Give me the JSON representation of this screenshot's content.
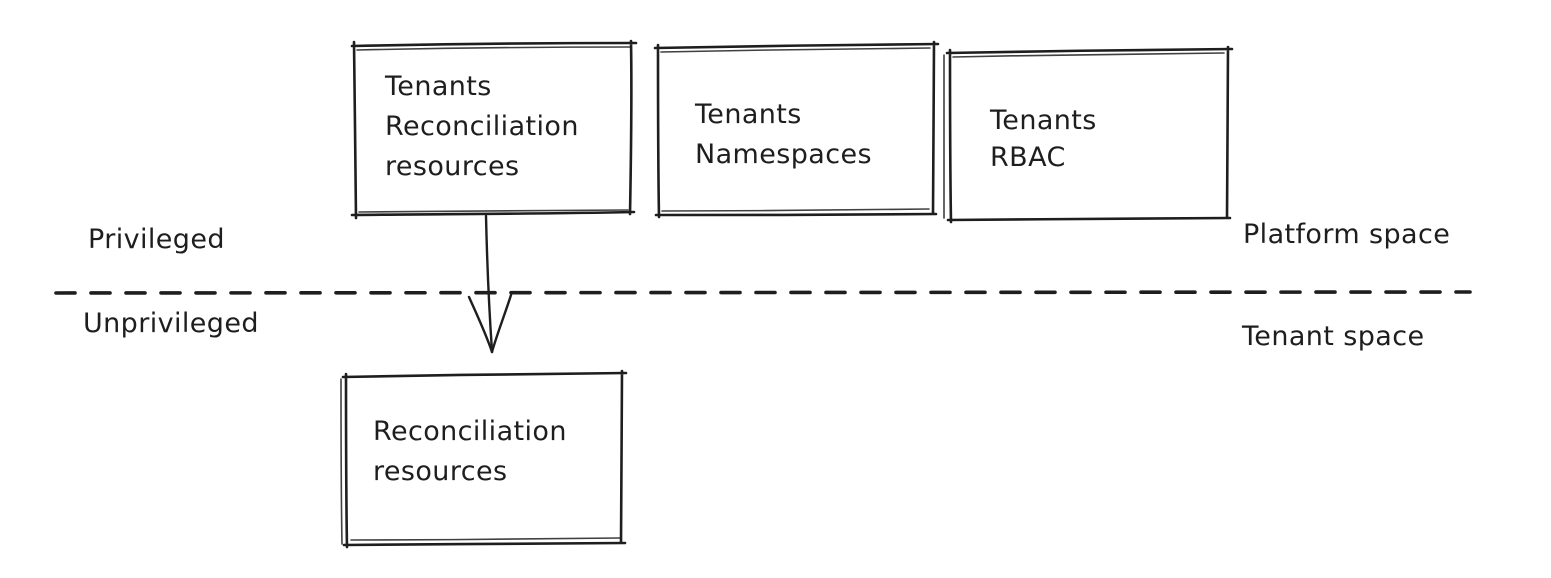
{
  "diagram": {
    "title_hint": "Multi-tenancy privilege separation diagram",
    "colors": {
      "stroke": "#1e1e1e",
      "background": "#ffffff"
    },
    "boxes": [
      {
        "id": "tenants-reconciliation-resources",
        "zone": "platform",
        "lines": [
          "Tenants",
          "Reconciliation",
          "resources"
        ]
      },
      {
        "id": "tenants-namespaces",
        "zone": "platform",
        "lines": [
          "Tenants",
          "Namespaces"
        ]
      },
      {
        "id": "tenants-rbac",
        "zone": "platform",
        "lines": [
          "Tenants",
          "RBAC"
        ]
      },
      {
        "id": "reconciliation-resources",
        "zone": "tenant",
        "lines": [
          "Reconciliation",
          "resources"
        ]
      }
    ],
    "zone_labels": {
      "top_left": "Privileged",
      "bottom_left": "Unprivileged",
      "top_right": "Platform space",
      "bottom_right": "Tenant space"
    },
    "arrow": {
      "from": "tenants-reconciliation-resources",
      "to": "reconciliation-resources"
    }
  }
}
